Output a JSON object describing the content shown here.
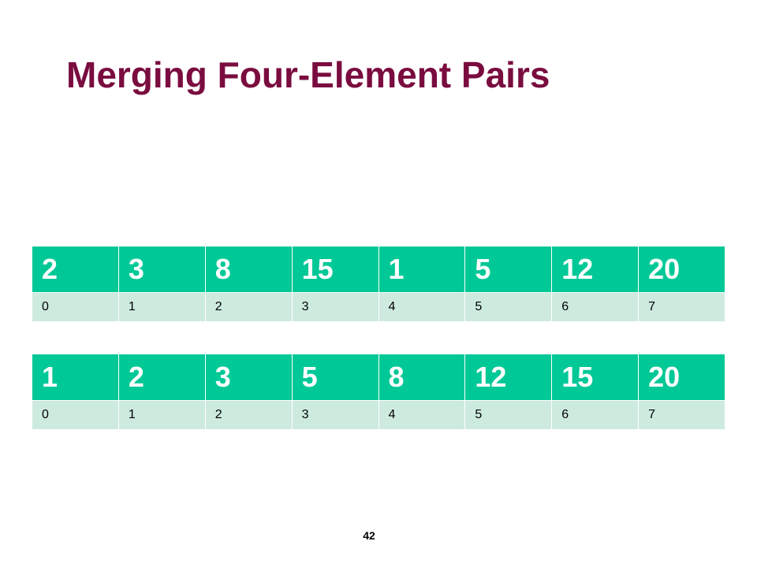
{
  "slide": {
    "title": "Merging Four-Element Pairs",
    "page_number": "42"
  },
  "tables": [
    {
      "values": [
        "2",
        "3",
        "8",
        "15",
        "1",
        "5",
        "12",
        "20"
      ],
      "indices": [
        "0",
        "1",
        "2",
        "3",
        "4",
        "5",
        "6",
        "7"
      ]
    },
    {
      "values": [
        "1",
        "2",
        "3",
        "5",
        "8",
        "12",
        "15",
        "20"
      ],
      "indices": [
        "0",
        "1",
        "2",
        "3",
        "4",
        "5",
        "6",
        "7"
      ]
    }
  ],
  "colors": {
    "title": "#7a0c3f",
    "value_cell_bg": "#00c896",
    "value_text": "#ffffff",
    "index_cell_bg": "#cdeadf",
    "index_text": "#000000"
  }
}
